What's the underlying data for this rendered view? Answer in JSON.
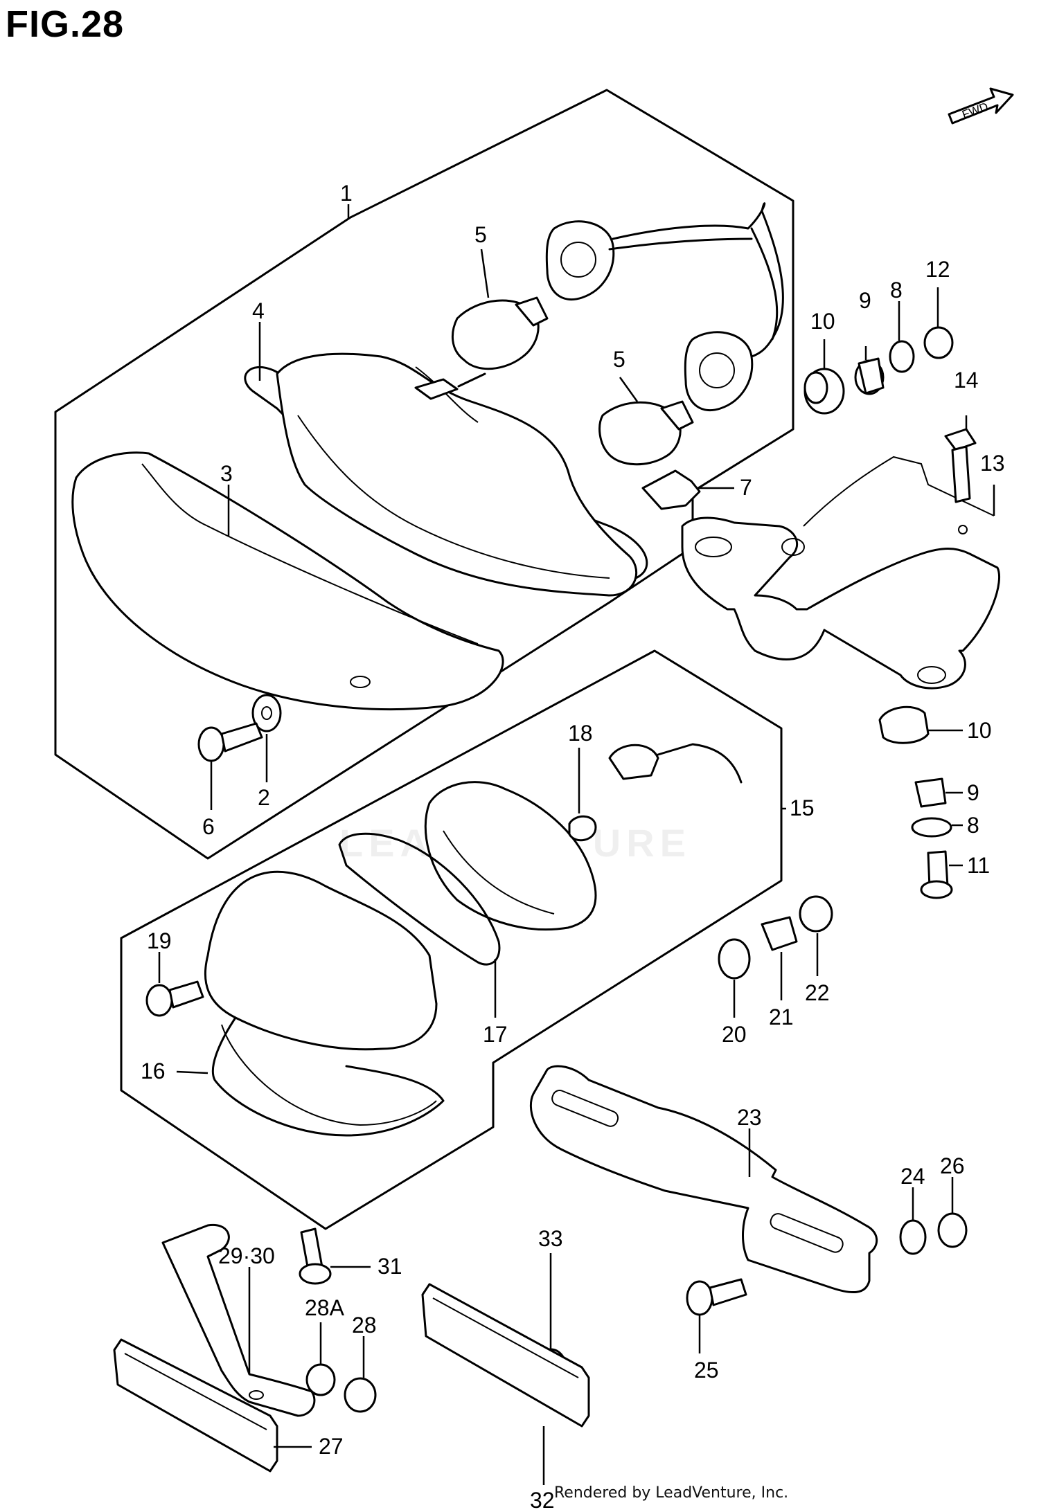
{
  "figure": {
    "title": "FIG.28",
    "fwd_label": "FWD"
  },
  "footer": "Rendered by LeadVenture, Inc.",
  "watermark": "LEADVENTURE",
  "callouts": [
    "1",
    "2",
    "3",
    "4",
    "5",
    "5",
    "6",
    "7",
    "8",
    "8",
    "9",
    "9",
    "10",
    "10",
    "11",
    "12",
    "13",
    "14",
    "15",
    "16",
    "17",
    "18",
    "19",
    "20",
    "21",
    "22",
    "23",
    "24",
    "25",
    "26",
    "27",
    "28",
    "28A",
    "29·30",
    "31",
    "32",
    "33"
  ]
}
